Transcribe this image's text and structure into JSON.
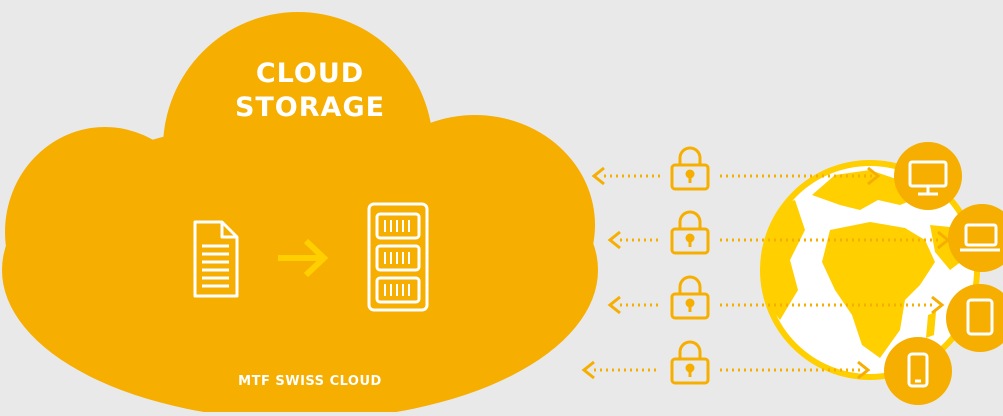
{
  "diagram": {
    "title_line_1": "CLOUD",
    "title_line_2": "STORAGE",
    "footer_label": "MTF SWISS CLOUD"
  },
  "colors": {
    "background": "#e9e9e9",
    "accent": "#f6ae00",
    "bright_accent": "#ffcf00",
    "white": "#ffffff"
  },
  "icons": {
    "document": "document-icon",
    "transfer_arrow": "arrow-right-icon",
    "server": "server-rack-icon",
    "lock": "padlock-icon",
    "globe": "globe-icon",
    "devices": [
      "monitor-icon",
      "laptop-icon",
      "tablet-icon",
      "smartphone-icon"
    ]
  }
}
